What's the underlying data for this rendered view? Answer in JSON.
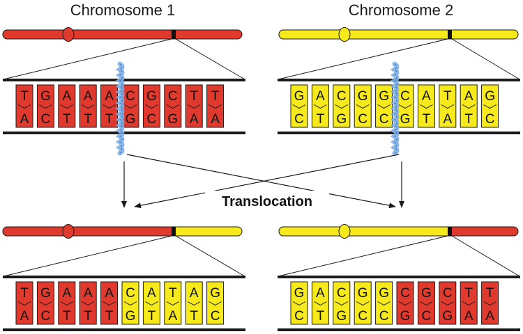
{
  "title_left": "Chromosome 1",
  "title_right": "Chromosome 2",
  "process_label": "Translocation",
  "colors": {
    "red": "#e03a2f",
    "yellow": "#f7ea1c",
    "outline": "#1a1a1a",
    "break": "#7fb0e6"
  },
  "panels": [
    {
      "id": "chr1-before",
      "bar": [
        "red",
        "red"
      ],
      "top": [
        "T",
        "G",
        "A",
        "A",
        "A",
        "C",
        "G",
        "C",
        "T",
        "T"
      ],
      "bottom": [
        "A",
        "C",
        "T",
        "T",
        "T",
        "G",
        "C",
        "G",
        "A",
        "A"
      ],
      "colors": [
        "red",
        "red",
        "red",
        "red",
        "red",
        "red",
        "red",
        "red",
        "red",
        "red"
      ],
      "break_mark": true
    },
    {
      "id": "chr2-before",
      "bar": [
        "yellow",
        "yellow"
      ],
      "top": [
        "G",
        "A",
        "C",
        "G",
        "G",
        "C",
        "A",
        "T",
        "A",
        "G"
      ],
      "bottom": [
        "C",
        "T",
        "G",
        "C",
        "C",
        "G",
        "T",
        "A",
        "T",
        "C"
      ],
      "colors": [
        "yellow",
        "yellow",
        "yellow",
        "yellow",
        "yellow",
        "yellow",
        "yellow",
        "yellow",
        "yellow",
        "yellow"
      ],
      "break_mark": true
    },
    {
      "id": "chr1-after",
      "bar": [
        "red",
        "yellow"
      ],
      "top": [
        "T",
        "G",
        "A",
        "A",
        "A",
        "C",
        "A",
        "T",
        "A",
        "G"
      ],
      "bottom": [
        "A",
        "C",
        "T",
        "T",
        "T",
        "G",
        "T",
        "A",
        "T",
        "C"
      ],
      "colors": [
        "red",
        "red",
        "red",
        "red",
        "red",
        "yellow",
        "yellow",
        "yellow",
        "yellow",
        "yellow"
      ],
      "break_mark": false
    },
    {
      "id": "chr2-after",
      "bar": [
        "yellow",
        "red"
      ],
      "top": [
        "G",
        "A",
        "C",
        "G",
        "G",
        "C",
        "G",
        "C",
        "T",
        "T"
      ],
      "bottom": [
        "C",
        "T",
        "G",
        "C",
        "C",
        "G",
        "C",
        "G",
        "A",
        "A"
      ],
      "colors": [
        "yellow",
        "yellow",
        "yellow",
        "yellow",
        "yellow",
        "red",
        "red",
        "red",
        "red",
        "red"
      ],
      "break_mark": false
    }
  ]
}
